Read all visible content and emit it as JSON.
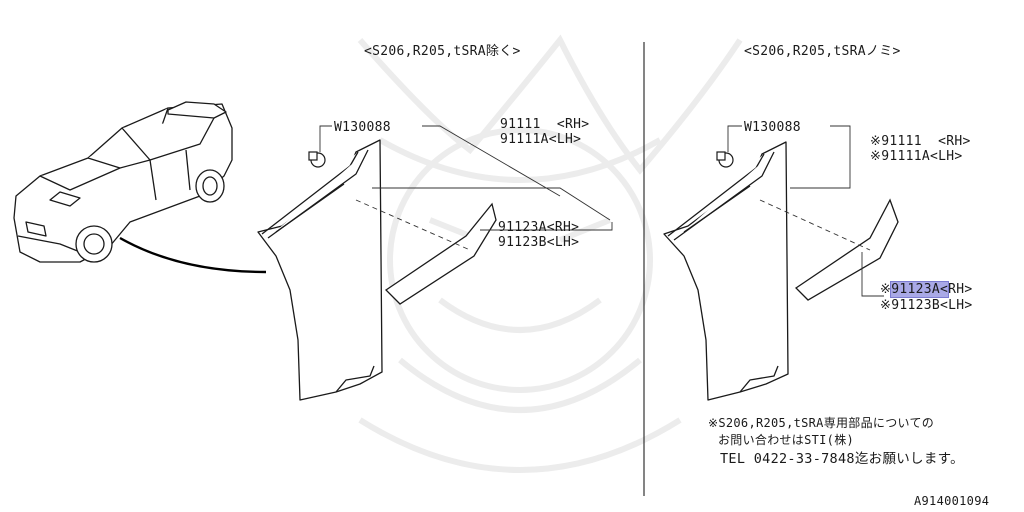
{
  "colors": {
    "ink": "#1a1a1a",
    "highlight": "#a9a9e6",
    "watermark": "#ececec"
  },
  "left_panel": {
    "caption": "<S206,R205,tSRA除く>",
    "clip_label": "W130088",
    "parts": [
      "91111  <RH>",
      "91111A<LH>",
      "91123A<RH>",
      "91123B<LH>"
    ]
  },
  "right_panel": {
    "caption": "<S206,R205,tSRAノミ>",
    "clip_label": "W130088",
    "parts": [
      "※91111  <RH>",
      "※91111A<LH>"
    ],
    "selected_prefix": "※",
    "selected_part": "91123A<",
    "selected_suffix": "RH>",
    "other_part": "※91123B<LH>"
  },
  "note": {
    "line1": "※S206,R205,tSRA専用部品についての",
    "line2": "お問い合わせはSTI(株)",
    "line3": "TEL 0422-33-7848迄お願いします。"
  },
  "diagram_id": "A914001094"
}
